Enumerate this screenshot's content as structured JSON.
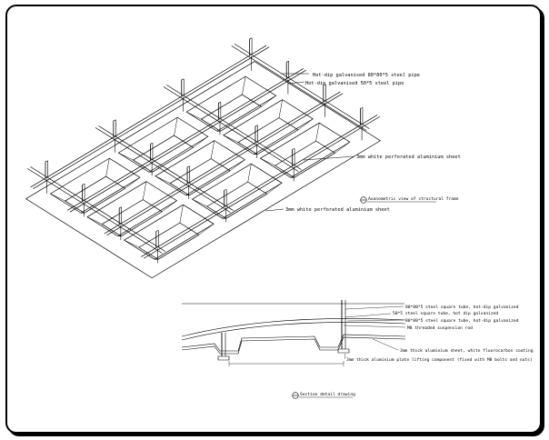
{
  "iso_labels": {
    "pipe_80": "Hot-dip galvanised 80*80*5 steel pipe",
    "pipe_50": "Hot-dip galvanised 50*5 steel pipe",
    "sheet_right": "3mm white perforated aluminium sheet",
    "sheet_left": "3mm white perforated aluminium sheet",
    "axon_title": "Axonometric view of structural frame"
  },
  "section_labels": {
    "tube_80": "80*80*5 steel square tube, hot-dip galvanized",
    "tube_50": "50*5 steel square tube, hot dip galvanized",
    "tube_80b": "80*80*5 steel square tube, hot-dip galvanized",
    "rod": "M8 threaded suspension rod",
    "sheet": "3mm thick aluminium sheet, white fluorocarbon coating",
    "plate": "3mm thick aluminium plate lifting component (fixed with M8 bolts and nuts)",
    "section_title": "Section detail drawing"
  }
}
